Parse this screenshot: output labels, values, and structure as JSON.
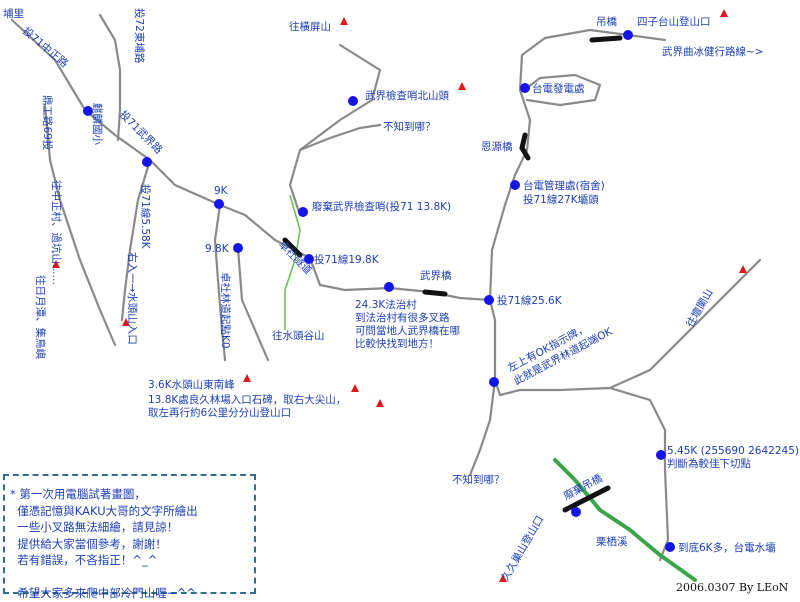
{
  "colors": {
    "label": "#1d3fb5",
    "road": "#8a8a8a",
    "point": "#1515e6",
    "peak": "#e01818",
    "trail": "#3aa64a",
    "bridge": "#111111"
  },
  "labels": {
    "puli": "埔里",
    "tou71_zhongzheng": "投71中正路",
    "tou72_dongpu": "投72東埔路",
    "qilin_school": "麒麟國小",
    "tou71_wujie": "投71武界路",
    "tou69_dinggong": "鼎工路69投",
    "to_zhongzheng_village": "往中正村、過坑山……",
    "to_zhongzheng_village_b": "往日月潭、集鳥嶼",
    "tou71_line": "投71線5.58K",
    "right_fork_shuitoushan": "右入一→水頭山入口",
    "k9": "9K",
    "k98": "9.8K",
    "gupo_road": "卓社林道起點K0",
    "to_hengping": "往橫屏山",
    "wujie_north_peak": "武界檢查哨北山頭",
    "unknown_top": "不知到哪？",
    "abandoned_checkpoint": "廢棄武界檢查哨(投71 13.8K)",
    "tunnel": "卓社隧道",
    "tou71_198": "投71線19.8K",
    "shuitou_valley": "往水頭谷山",
    "fazhi_village": "24.3K法治村",
    "fazhi_note": "到法治村有很多叉路",
    "fazhi_note2": "可問當地人武界橋在哪",
    "fazhi_note3": "比較快找到地方！",
    "wujie_bridge": "武界橋",
    "tou71_256": "投71線25.6K",
    "okhint1": "左上有OK指示牌，",
    "okhint2": "此就是武界林道起端OK",
    "to_tanshan": "往壇闌山",
    "shuitou_east_peak": "3.6K水頭山東南峰",
    "kujiu_note1": "13.8K處良久林場入口石碑，取右大尖山，",
    "kujiu_note2": "取左再行約6公里分分山登山口",
    "unknown_bottom": "不知到哪？",
    "k545": "5.45K (255690 2642245)",
    "k545b": "判斷為較佳下切點",
    "abandoned_suspension": "廢棄吊橋",
    "kujiu_trailhead": "久久巢山登山口",
    "lilixi": "栗栖溪",
    "end_6k": "到底6K多，台電水壩",
    "suspension_bridge": "吊橋",
    "sizi_trailhead": "四子台山登山口",
    "wujie_qubing": "武界曲冰健行路線~>",
    "taipower_plant": "台電發電處",
    "enyuan_bridge": "恩源橋",
    "taipower_office": "台電管理處(宿舍)",
    "taipower_office2": "投71線27K壩頭"
  },
  "note": {
    "lines": [
      "* 第一次用電腦試著畫圖，",
      "  僅憑記憶與KAKU大哥的文字所繪出",
      "  一些小叉路無法細繪，請見諒！",
      "  提供給大家當個參考，謝謝！",
      "  若有錯誤，不吝指正！^_^",
      "",
      "  希望大家多來爬中部冷門山喔~^^"
    ]
  },
  "credit": "2006.0307 By LEoN"
}
